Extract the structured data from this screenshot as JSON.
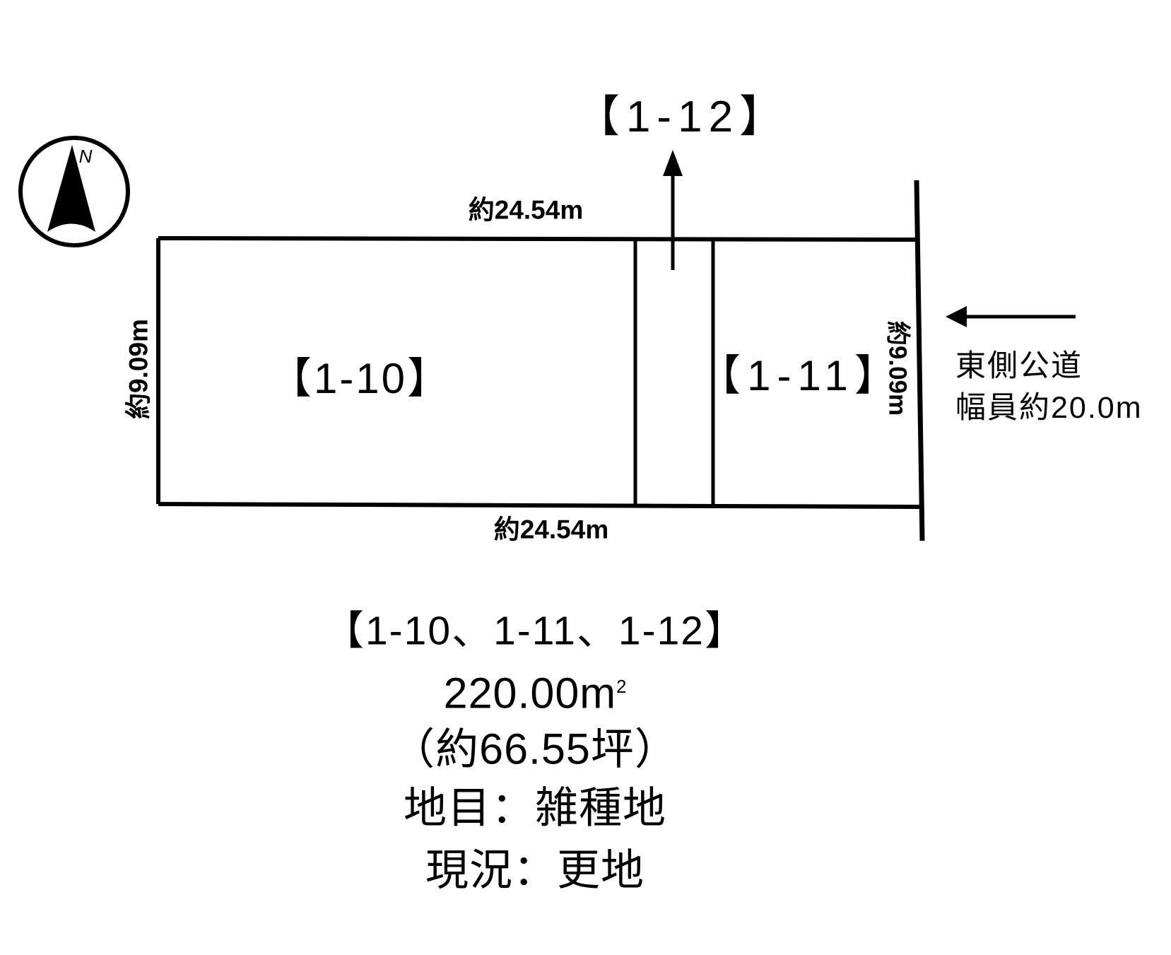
{
  "compass": {
    "north_label": "N"
  },
  "parcels": {
    "p110_label": "【1-10】",
    "p111_label": "【1-11】",
    "p112_label": "【1-12】"
  },
  "dimensions": {
    "top": "約24.54m",
    "bottom": "約24.54m",
    "left": "約9.09m",
    "right": "約9.09m"
  },
  "road": {
    "name": "東側公道",
    "width": "幅員約20.0m"
  },
  "summary": {
    "parcel_numbers": "【1-10、1-11、1-12】",
    "area_sqm": "220.00m",
    "area_sqm_sup": "2",
    "area_tsubo": "（約66.55坪）",
    "land_category": "地目：雑種地",
    "current_state": "現況：更地"
  }
}
